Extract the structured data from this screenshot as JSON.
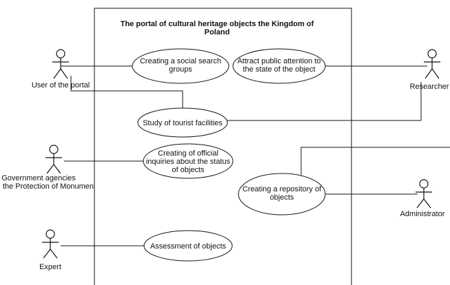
{
  "system": {
    "title_line1": "The portal of cultural heritage objects the Kingdom of",
    "title_line2": "Poland"
  },
  "actors": {
    "user": "User of the portal",
    "researcher": "Researcher",
    "government_line1": "Government agencies",
    "government_line2": "the Protection of Monumen",
    "administrator": "Administrator",
    "expert": "Expert"
  },
  "use_cases": {
    "social_groups_line1": "Creating a social search",
    "social_groups_line2": "groups",
    "attract_line1": "Attract public attention to",
    "attract_line2": "the state of the object",
    "tourist": "Study of tourist facilities",
    "inquiries_line1": "Creating of official",
    "inquiries_line2": "inquiries about the status",
    "inquiries_line3": "of objects",
    "repository_line1": "Creating a repository of",
    "repository_line2": "objects",
    "assessment": "Assessment of objects"
  }
}
